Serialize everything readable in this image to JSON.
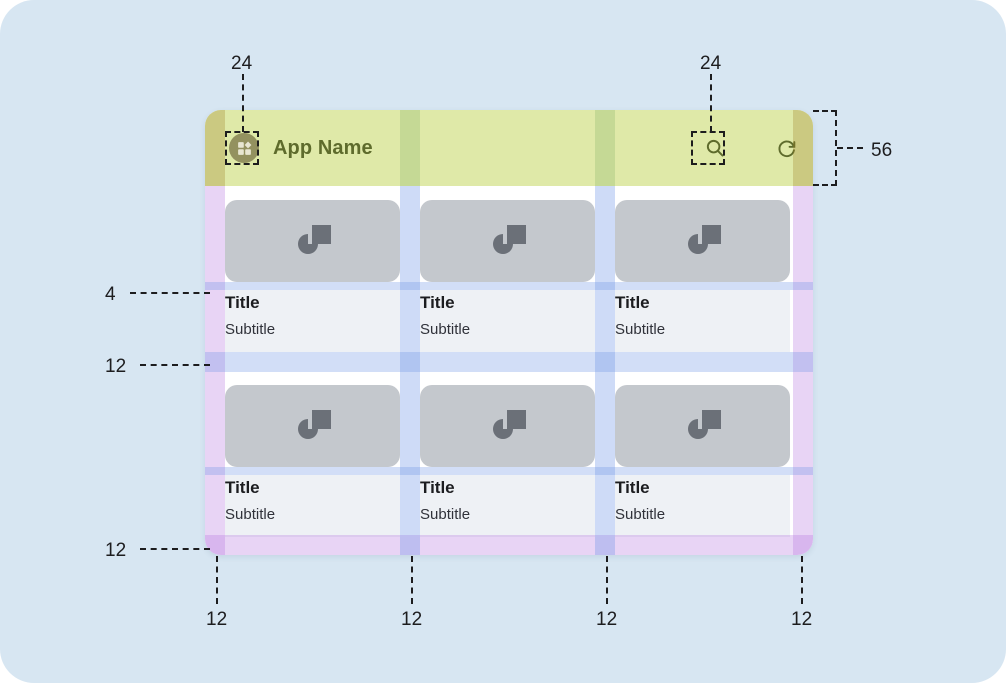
{
  "canvas": {
    "background": "#d7e6f2",
    "corner_radius": 34
  },
  "appbar": {
    "title": "App Name",
    "height_spec": "56",
    "background": "#dfe9a8",
    "title_color": "#5e6b2c",
    "menu_icon": "app-grid-icon",
    "actions": [
      {
        "name": "search-icon",
        "glyph": "search"
      },
      {
        "name": "refresh-icon",
        "glyph": "refresh"
      }
    ]
  },
  "grid": {
    "columns": 3,
    "rows": 2,
    "cards": [
      {
        "title": "Title",
        "subtitle": "Subtitle",
        "image_icon": "image-placeholder-icon"
      },
      {
        "title": "Title",
        "subtitle": "Subtitle",
        "image_icon": "image-placeholder-icon"
      },
      {
        "title": "Title",
        "subtitle": "Subtitle",
        "image_icon": "image-placeholder-icon"
      },
      {
        "title": "Title",
        "subtitle": "Subtitle",
        "image_icon": "image-placeholder-icon"
      },
      {
        "title": "Title",
        "subtitle": "Subtitle",
        "image_icon": "image-placeholder-icon"
      },
      {
        "title": "Title",
        "subtitle": "Subtitle",
        "image_icon": "image-placeholder-icon"
      }
    ]
  },
  "annotations": {
    "icon_touch_left": "24",
    "icon_touch_right": "24",
    "appbar_height": "56",
    "image_to_title": "4",
    "row_gap": "12",
    "bottom_margin": "12",
    "gutter_1": "12",
    "gutter_2": "12",
    "gutter_3": "12",
    "gutter_4": "12"
  },
  "colors": {
    "canvas_bg": "#d7e6f2",
    "appbar_bg": "#dfe9a8",
    "card_image": "#c4c8cd",
    "card_text_bg": "#eef1f5",
    "margin_band": "#b370de",
    "gutter_band": "#6a92e6",
    "title_text": "#1c1d20"
  }
}
